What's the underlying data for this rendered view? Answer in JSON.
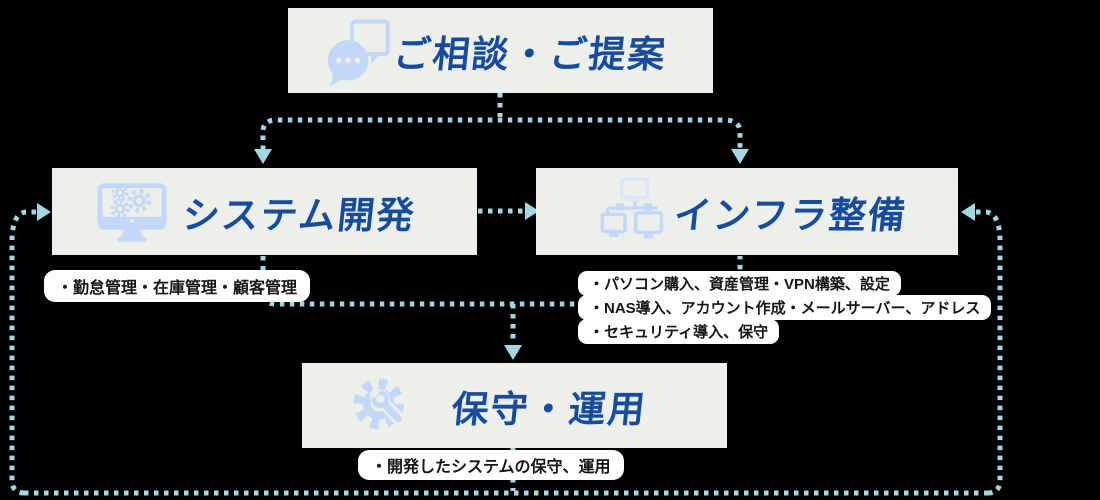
{
  "colors": {
    "background": "#000000",
    "box-bg": "#edefeb",
    "title": "#164b9e",
    "icon": "#c3d8f8",
    "icon-light": "#d9e5fb",
    "connector": "#a5d7e3",
    "pill-bg": "#ffffff",
    "pill-text": "#151515"
  },
  "nodes": {
    "consult": {
      "title": "ご相談・ご提案",
      "icon": "chat-bubbles-icon"
    },
    "development": {
      "title": "システム開発",
      "icon": "monitor-gears-icon",
      "notes": [
        "・勤怠管理・在庫管理・顧客管理"
      ]
    },
    "infrastructure": {
      "title": "インフラ整備",
      "icon": "network-monitors-icon",
      "notes": [
        "・パソコン購入、資産管理・VPN構築、設定",
        "・NAS導入、アカウント作成・メールサーバー、アドレス",
        "・セキュリティ導入、保守"
      ]
    },
    "maintenance": {
      "title": "保守・運用",
      "icon": "gear-wrench-icon",
      "notes": [
        "・開発したシステムの保守、運用"
      ]
    }
  },
  "flow": [
    {
      "from": "ご相談・ご提案",
      "to": "システム開発"
    },
    {
      "from": "ご相談・ご提案",
      "to": "インフラ整備"
    },
    {
      "from": "システム開発",
      "to": "インフラ整備"
    },
    {
      "from": "システム開発",
      "to": "保守・運用"
    },
    {
      "from": "インフラ整備",
      "to": "保守・運用"
    },
    {
      "from": "保守・運用",
      "to": "システム開発"
    },
    {
      "from": "保守・運用",
      "to": "インフラ整備"
    }
  ]
}
